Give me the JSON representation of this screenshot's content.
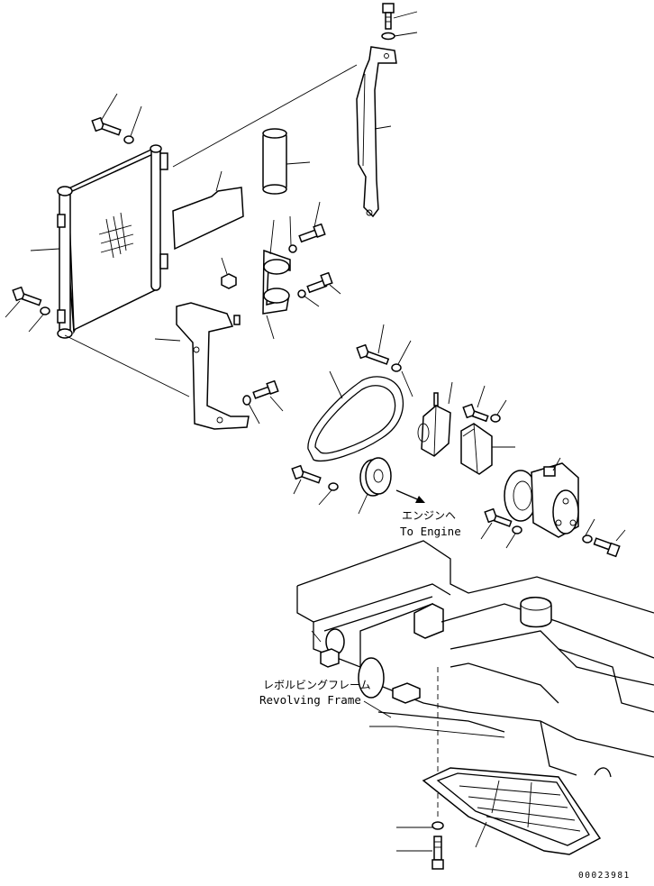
{
  "labels": {
    "engine_jp": "エンジンヘ",
    "engine_en": "To Engine",
    "frame_jp": "レボルビングフレーム",
    "frame_en": "Revolving Frame"
  },
  "drawing_number": "00023981"
}
